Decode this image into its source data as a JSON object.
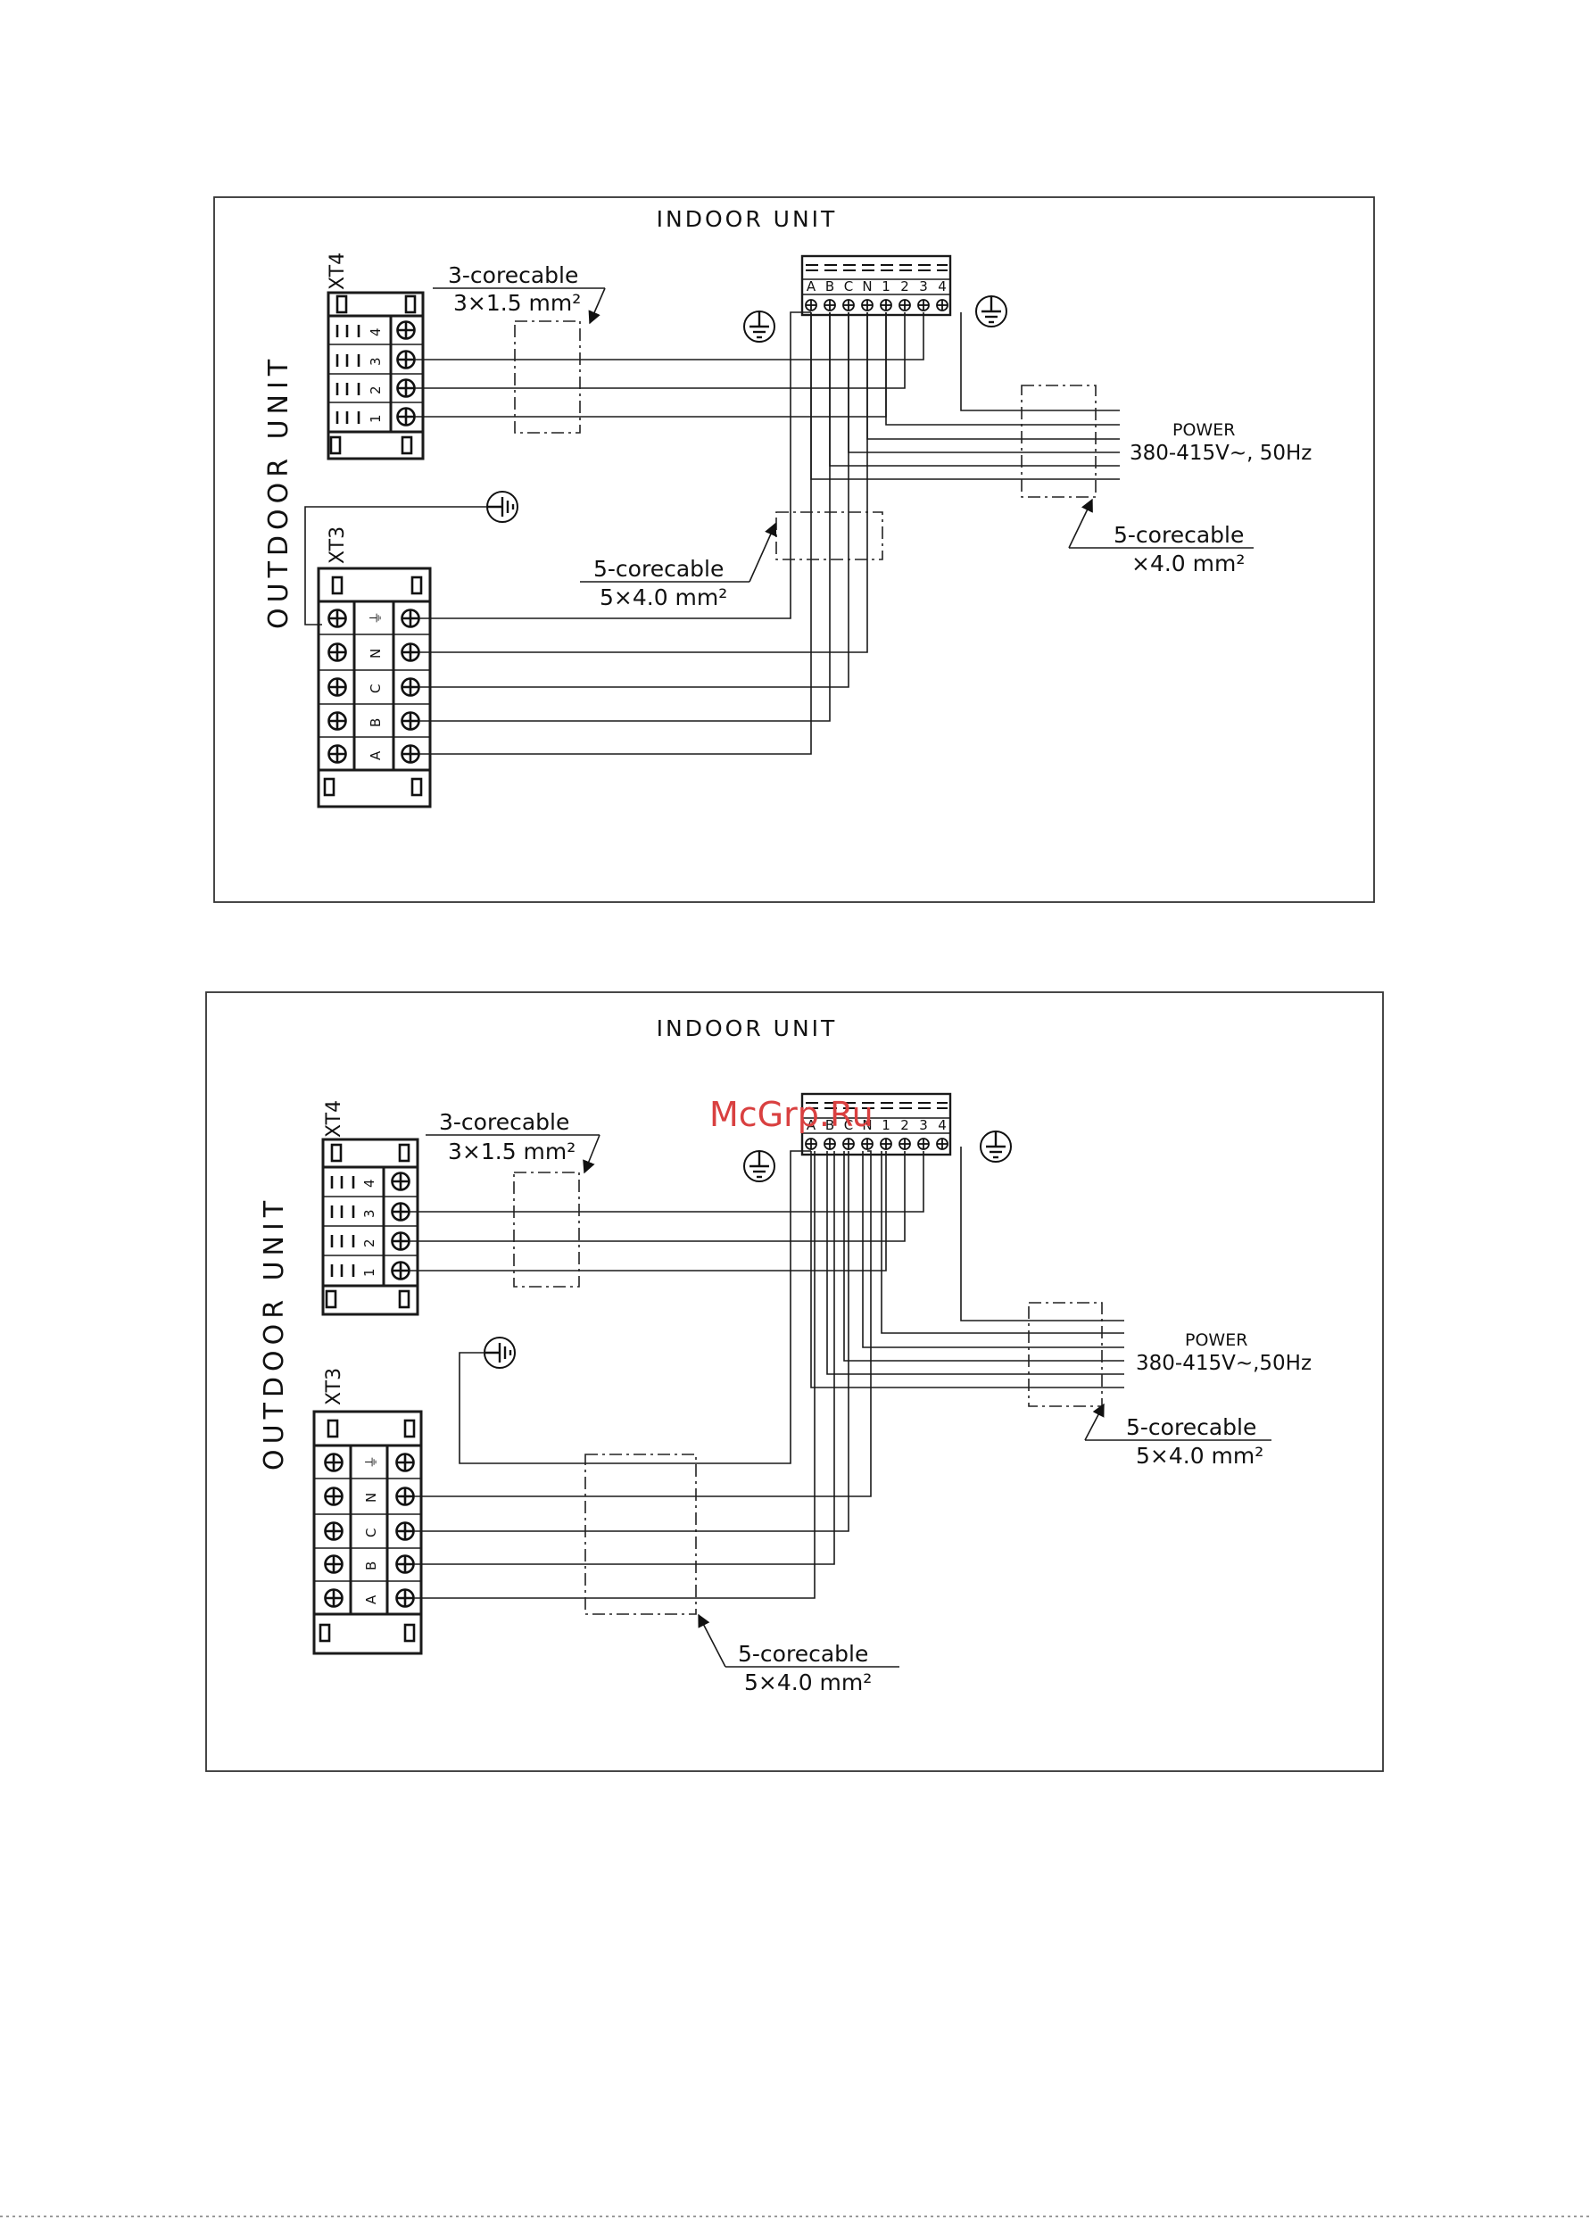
{
  "watermark": "McGrp.Ru",
  "diagrams": [
    {
      "indoor_title": "INDOOR UNIT",
      "outdoor_title": "OUTDOOR UNIT",
      "xt4_label": "XT4",
      "xt3_label": "XT3",
      "xt4_terminals": [
        "4",
        "3",
        "2",
        "1"
      ],
      "xt3_terminals": [
        "⏚",
        "N",
        "C",
        "B",
        "A"
      ],
      "indoor_terminals": [
        "A",
        "B",
        "C",
        "N",
        "1",
        "2",
        "3",
        "4"
      ],
      "cable_signal": {
        "name": "3-corecable",
        "spec": "3×1.5 mm²"
      },
      "cable_main": {
        "name": "5-corecable",
        "spec": "5×4.0 mm²"
      },
      "cable_power": {
        "name": "5-corecable",
        "spec": "×4.0 mm²"
      },
      "power_label": "POWER",
      "power_spec": "380-415V~, 50Hz"
    },
    {
      "indoor_title": "INDOOR UNIT",
      "outdoor_title": "OUTDOOR UNIT",
      "xt4_label": "XT4",
      "xt3_label": "XT3",
      "xt4_terminals": [
        "4",
        "3",
        "2",
        "1"
      ],
      "xt3_terminals": [
        "⏚",
        "N",
        "C",
        "B",
        "A"
      ],
      "indoor_terminals": [
        "A",
        "B",
        "C",
        "N",
        "1",
        "2",
        "3",
        "4"
      ],
      "cable_signal": {
        "name": "3-corecable",
        "spec": "3×1.5 mm²"
      },
      "cable_main": {
        "name": "5-corecable",
        "spec": "5×4.0 mm²"
      },
      "cable_power": {
        "name": "5-corecable",
        "spec": "5×4.0 mm²"
      },
      "power_label": "POWER",
      "power_spec": "380-415V~,50Hz"
    }
  ]
}
